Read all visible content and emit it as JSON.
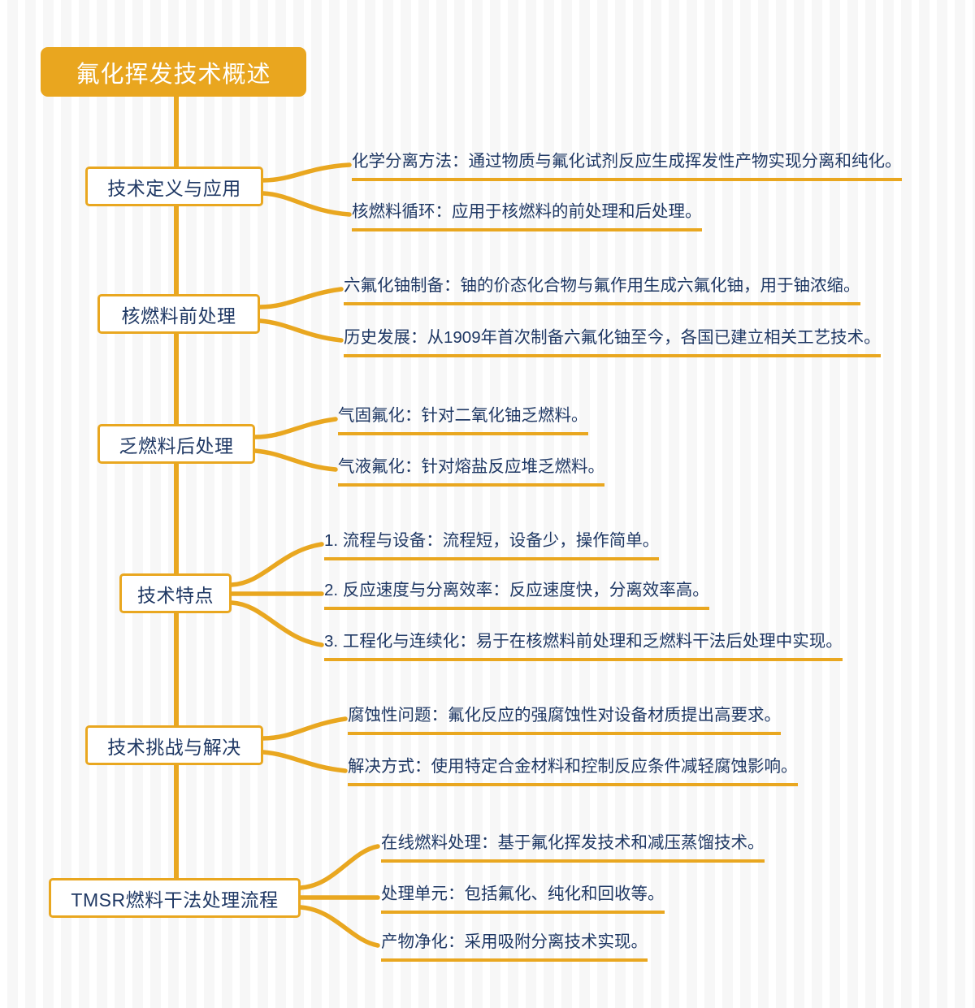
{
  "diagram": {
    "type": "mindmap",
    "title": "氟化挥发技术概述",
    "colors": {
      "accent": "#E9A720",
      "root_fill": "#E9A61F",
      "root_text": "#FFFFFF",
      "node_text": "#1F3864",
      "node_fill": "#FFFFFF",
      "background": "#FFFFFF"
    }
  },
  "root": {
    "label": "氟化挥发技术概述"
  },
  "branches": [
    {
      "label": "技术定义与应用",
      "items": [
        "化学分离方法：通过物质与氟化试剂反应生成挥发性产物实现分离和纯化。",
        "核燃料循环：应用于核燃料的前处理和后处理。"
      ]
    },
    {
      "label": "核燃料前处理",
      "items": [
        "六氟化铀制备：铀的价态化合物与氟作用生成六氟化铀，用于铀浓缩。",
        "历史发展：从1909年首次制备六氟化铀至今，各国已建立相关工艺技术。"
      ]
    },
    {
      "label": "乏燃料后处理",
      "items": [
        "气固氟化：针对二氧化铀乏燃料。",
        "气液氟化：针对熔盐反应堆乏燃料。"
      ]
    },
    {
      "label": "技术特点",
      "items": [
        "1. 流程与设备：流程短，设备少，操作简单。",
        "2. 反应速度与分离效率：反应速度快，分离效率高。",
        "3. 工程化与连续化：易于在核燃料前处理和乏燃料干法后处理中实现。"
      ]
    },
    {
      "label": "技术挑战与解决",
      "items": [
        "腐蚀性问题：氟化反应的强腐蚀性对设备材质提出高要求。",
        "解决方式：使用特定合金材料和控制反应条件减轻腐蚀影响。"
      ]
    },
    {
      "label": "TMSR燃料干法处理流程",
      "items": [
        "在线燃料处理：基于氟化挥发技术和减压蒸馏技术。",
        "处理单元：包括氟化、纯化和回收等。",
        "产物净化：采用吸附分离技术实现。"
      ]
    }
  ]
}
